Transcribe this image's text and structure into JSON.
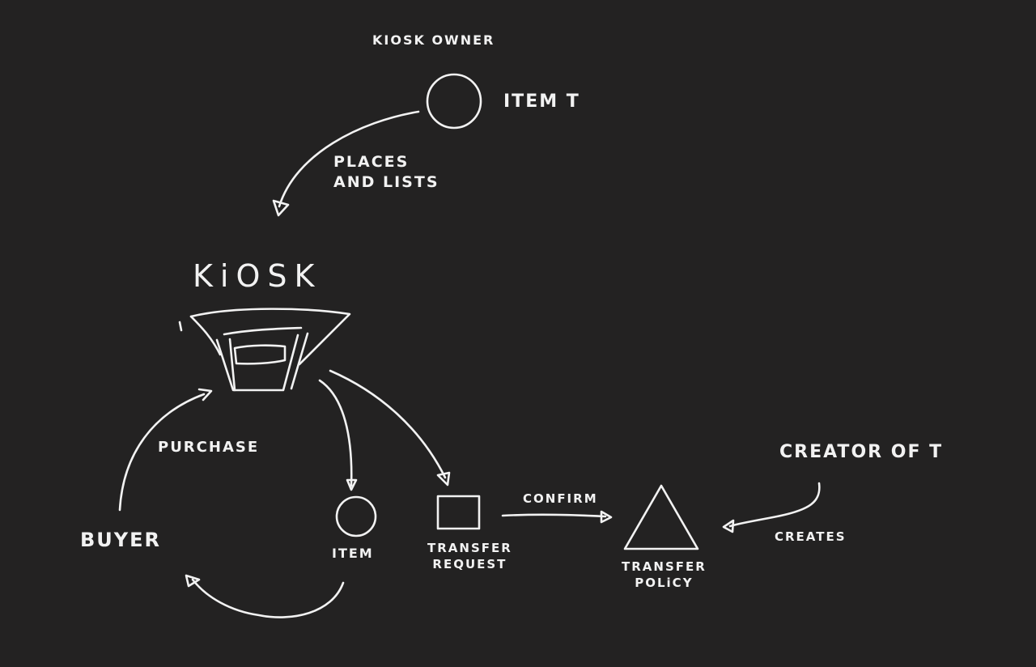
{
  "labels": {
    "kiosk_owner": "KIOSK OWNER",
    "item_t": "ITEM T",
    "places_and_lists": "PLACES\nAND LISTS",
    "kiosk": "KiOSK",
    "purchase": "PURCHASE",
    "buyer": "BUYER",
    "item": "ITEM",
    "transfer_request": "TRANSFER\nREQUEST",
    "confirm": "CONFIRM",
    "transfer_policy": "TRANSFER\nPOLiCY",
    "creator_of_t": "CREATOR  OF T",
    "creates": "CREATES"
  },
  "colors": {
    "background": "#232222",
    "ink": "#f2f2f2"
  }
}
